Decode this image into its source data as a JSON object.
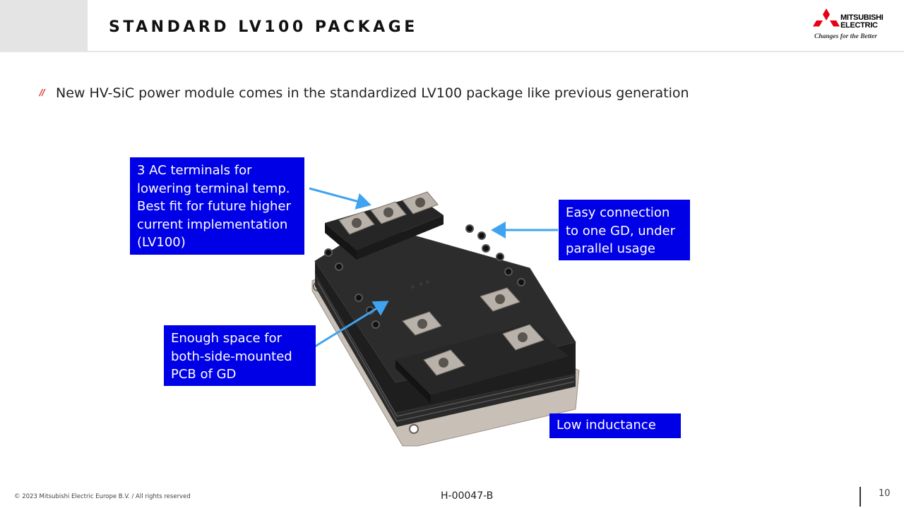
{
  "header": {
    "title": "STANDARD LV100 PACKAGE"
  },
  "logo": {
    "line1": "MITSUBISHI",
    "line2": "ELECTRIC",
    "tagline": "Changes for the Better"
  },
  "bullet": {
    "text": "New HV-SiC power module comes in the standardized LV100 package like previous generation"
  },
  "callouts": {
    "ac_terminals": "3 AC terminals for\nlowering terminal temp.\nBest fit for future higher\ncurrent implementation\n(LV100)",
    "easy_connection": "Easy connection\nto one GD, under\nparallel usage",
    "enough_space": "Enough space for\nboth-side-mounted\nPCB of GD",
    "low_inductance": "Low inductance"
  },
  "footer": {
    "copyright": "© 2023 Mitsubishi Electric Europe B.V. / All rights reserved",
    "doc_code": "H-00047-B",
    "page_number": "10"
  },
  "colors": {
    "callout_bg": "#0000e6",
    "arrow": "#3fa3f0",
    "bullet_accent": "#d8261d",
    "logo_red": "#e60012"
  }
}
